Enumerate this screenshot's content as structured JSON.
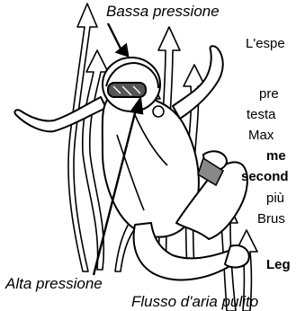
{
  "labels": {
    "low_pressure": "Bassa pressione",
    "high_pressure": "Alta pressione",
    "clean_airflow": "Flusso d'aria pulito"
  },
  "side_text": [
    {
      "text": "L'espe",
      "bold": false
    },
    {
      "text": "pre",
      "bold": false
    },
    {
      "text": "testa",
      "bold": false
    },
    {
      "text": "Max",
      "bold": false
    },
    {
      "text": "me",
      "bold": true
    },
    {
      "text": "second",
      "bold": true
    },
    {
      "text": "più",
      "bold": false
    },
    {
      "text": "Brus",
      "bold": false
    },
    {
      "text": "Leg",
      "bold": true
    }
  ],
  "colors": {
    "ink": "#000000",
    "background": "#ffffff"
  },
  "icons": [
    "skydiver-illustration",
    "airflow-arrows",
    "pointer-lines"
  ]
}
